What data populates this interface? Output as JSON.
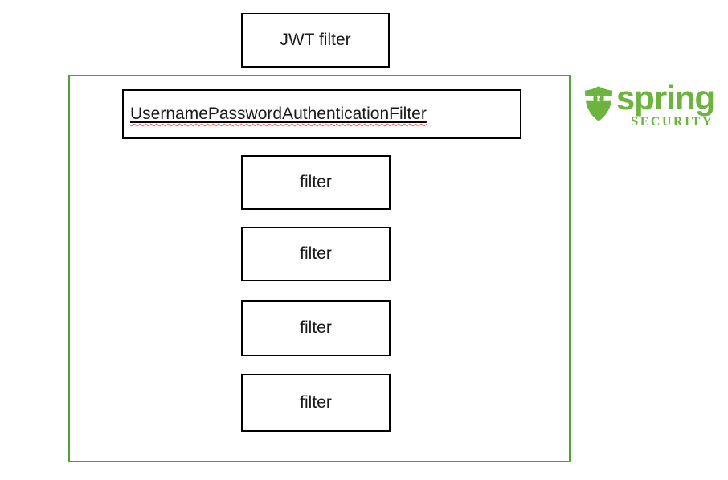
{
  "jwt_box": {
    "label": "JWT filter"
  },
  "security_filter_chain": {
    "username_password_filter": {
      "label": "UsernamePasswordAuthenticationFilter"
    },
    "filters": [
      {
        "label": "filter"
      },
      {
        "label": "filter"
      },
      {
        "label": "filter"
      },
      {
        "label": "filter"
      }
    ]
  },
  "logo": {
    "brand": "spring",
    "subtitle": "SECURITY",
    "icon": "shield-lock-icon"
  },
  "colors": {
    "box_border": "#000000",
    "chain_border": "#4BA437",
    "logo_green": "#6DB33F",
    "spellcheck": "#ff5555",
    "page_bg": "#ffffff"
  }
}
